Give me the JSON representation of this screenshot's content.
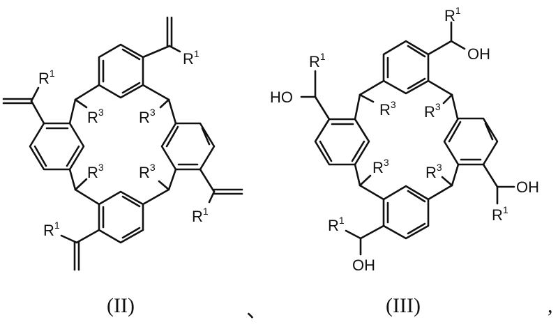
{
  "figure": {
    "background": "#ffffff",
    "ink_color": "#111111",
    "structures": [
      {
        "id": "II",
        "caption": "(II)",
        "description": "Calix[4]arene-type macrocycle with four 1,3-phenylene rings linked by CH(R3) bridges, each ring bearing an isopropenyl-type vinyl group C(=CH2)R1",
        "substituent_labels": {
          "r1": "R",
          "r1_sup": "1",
          "r3": "R",
          "r3_sup": "3"
        }
      },
      {
        "id": "III",
        "caption": "(III)",
        "description": "Calix[4]arene-type macrocycle with four 1,3-phenylene rings linked by CH(R3) bridges, each ring bearing a CH(OH)R1 group",
        "substituent_labels": {
          "r1": "R",
          "r1_sup": "1",
          "r3": "R",
          "r3_sup": "3",
          "oh": "OH",
          "ho": "HO"
        }
      }
    ],
    "separator_mark": "、",
    "trailing_mark": ","
  }
}
